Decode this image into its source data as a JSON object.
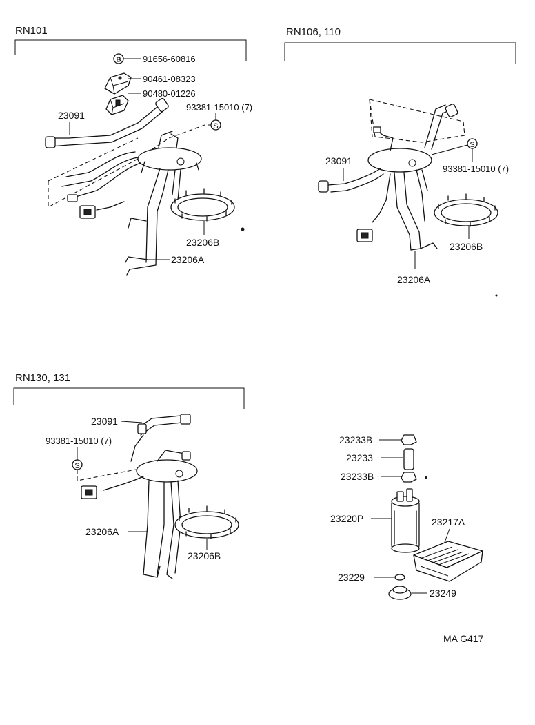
{
  "sections": {
    "rn101": {
      "title": "RN101",
      "labels": {
        "bolt_mark": "B",
        "part_91656": "91656-60816",
        "part_90461": "90461-08323",
        "part_90480": "90480-01226",
        "part_23091": "23091",
        "part_93381": "93381-15010 (7)",
        "seal_mark": "S",
        "part_23206b": "23206B",
        "part_23206a": "23206A"
      }
    },
    "rn106": {
      "title": "RN106, 110",
      "labels": {
        "part_23091": "23091",
        "seal_mark": "S",
        "part_93381": "93381-15010 (7)",
        "part_23206b": "23206B",
        "part_23206a": "23206A"
      }
    },
    "rn130": {
      "title": "RN130, 131",
      "labels": {
        "part_23091": "23091",
        "part_93381": "93381-15010 (7)",
        "seal_mark": "S",
        "part_23206a": "23206A",
        "part_23206b": "23206B"
      }
    },
    "pump": {
      "labels": {
        "part_23233b_top": "23233B",
        "part_23233": "23233",
        "part_23233b_bottom": "23233B",
        "part_23220p": "23220P",
        "part_23217a": "23217A",
        "part_23229": "23229",
        "part_23249": "23249"
      }
    }
  },
  "footer": {
    "code": "MA G417"
  }
}
